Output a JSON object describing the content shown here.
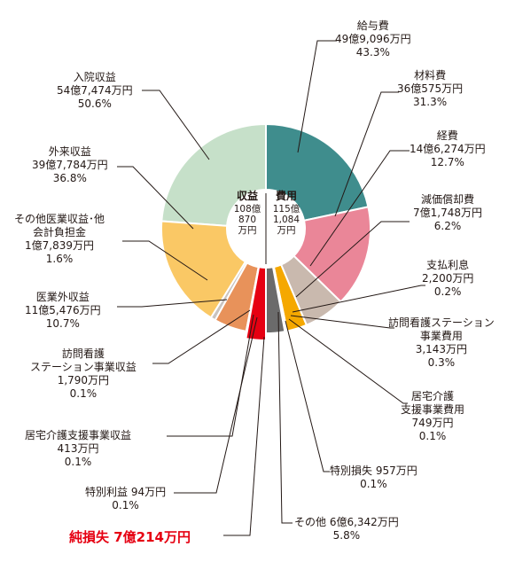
{
  "chart_data": {
    "type": "pie",
    "title": "",
    "center": {
      "revenue": {
        "label": "収益",
        "line1": "108億",
        "line2": "870",
        "line3": "万円"
      },
      "expense": {
        "label": "費用",
        "line1": "115億",
        "line2": "1,084",
        "line3": "万円"
      }
    },
    "revenue_side": [
      {
        "name": "入院収益",
        "amount": "54億7,474万円",
        "percent": "50.6%",
        "value": 50.6,
        "color": "#c6e0c9"
      },
      {
        "name": "外来収益",
        "amount": "39億7,784万円",
        "percent": "36.8%",
        "value": 36.8,
        "color": "#fac865"
      },
      {
        "name": "その他医業収益･他会計負担金",
        "amount": "1億7,839万円",
        "percent": "1.6%",
        "value": 1.6,
        "color": "#c9c3bf"
      },
      {
        "name": "医業外収益",
        "amount": "11億5,476万円",
        "percent": "10.7%",
        "value": 10.7,
        "color": "#e8925a"
      },
      {
        "name": "訪問看護ステーション事業収益",
        "amount": "1,790万円",
        "percent": "0.1%",
        "value": 0.1,
        "color": "#e8925a"
      },
      {
        "name": "居宅介護支援事業収益",
        "amount": "413万円",
        "percent": "0.1%",
        "value": 0.1,
        "color": "#e8925a"
      },
      {
        "name": "特別利益",
        "amount": "94万円",
        "percent": "0.1%",
        "value": 0.1,
        "color": "#e8925a"
      },
      {
        "name": "純損失",
        "amount": "7億214万円",
        "percent": "",
        "value": 6.1,
        "color": "#e60012"
      }
    ],
    "expense_side": [
      {
        "name": "給与費",
        "amount": "49億9,096万円",
        "percent": "43.3%",
        "value": 43.3,
        "color": "#3f8d8d"
      },
      {
        "name": "材料費",
        "amount": "36億575万円",
        "percent": "31.3%",
        "value": 31.3,
        "color": "#ea8698"
      },
      {
        "name": "経費",
        "amount": "14億6,274万円",
        "percent": "12.7%",
        "value": 12.7,
        "color": "#c9b9ae"
      },
      {
        "name": "減価償却費",
        "amount": "7億1,748万円",
        "percent": "6.2%",
        "value": 6.2,
        "color": "#f5a800"
      },
      {
        "name": "支払利息",
        "amount": "2,200万円",
        "percent": "0.2%",
        "value": 0.2,
        "color": "#7b7b7b"
      },
      {
        "name": "訪問看護ステーション事業費用",
        "amount": "3,143万円",
        "percent": "0.3%",
        "value": 0.3,
        "color": "#7b7b7b"
      },
      {
        "name": "居宅介護支援事業費用",
        "amount": "749万円",
        "percent": "0.1%",
        "value": 0.1,
        "color": "#7b7b7b"
      },
      {
        "name": "特別損失",
        "amount": "957万円",
        "percent": "0.1%",
        "value": 0.1,
        "color": "#7b7b7b"
      },
      {
        "name": "その他",
        "amount": "6億6,342万円",
        "percent": "5.8%",
        "value": 5.8,
        "color": "#6b6b6b"
      }
    ]
  },
  "labels": {
    "kyuyo": {
      "l1": "給与費",
      "l2": "49億9,096万円",
      "l3": "43.3%"
    },
    "zairyo": {
      "l1": "材料費",
      "l2": "36億575万円",
      "l3": "31.3%"
    },
    "keihi": {
      "l1": "経費",
      "l2": "14億6,274万円",
      "l3": "12.7%"
    },
    "genka": {
      "l1": "減価償却費",
      "l2": "7億1,748万円",
      "l3": "6.2%"
    },
    "shiharai": {
      "l1": "支払利息",
      "l2": "2,200万円",
      "l3": "0.2%"
    },
    "houmon_hi": {
      "l1": "訪問看護ステーション",
      "l2": "事業費用",
      "l3": "3,143万円",
      "l4": "0.3%"
    },
    "kyotaku_hi": {
      "l1": "居宅介護",
      "l2": "支援事業費用",
      "l3": "749万円",
      "l4": "0.1%"
    },
    "tokubetsu_son": {
      "l1": "特別損失 957万円",
      "l2": "0.1%"
    },
    "sonota": {
      "l1": "その他 6億6,342万円",
      "l2": "5.8%"
    },
    "nyuin": {
      "l1": "入院収益",
      "l2": "54億7,474万円",
      "l3": "50.6%"
    },
    "gairai": {
      "l1": "外来収益",
      "l2": "39億7,784万円",
      "l3": "36.8%"
    },
    "sonota_iryo": {
      "l1": "その他医業収益･他",
      "l2": "会計負担金",
      "l3": "1億7,839万円",
      "l4": "1.6%"
    },
    "igaigai": {
      "l1": "医業外収益",
      "l2": "11億5,476万円",
      "l3": "10.7%"
    },
    "houmon_shu": {
      "l1": "訪問看護",
      "l2": "ステーション事業収益",
      "l3": "1,790万円",
      "l4": "0.1%"
    },
    "kyotaku_shu": {
      "l1": "居宅介護支援事業収益",
      "l2": "413万円",
      "l3": "0.1%"
    },
    "tokubetsu_ri": {
      "l1": "特別利益 94万円",
      "l2": "0.1%"
    },
    "junsonshitsu": "純損失 7億214万円"
  }
}
